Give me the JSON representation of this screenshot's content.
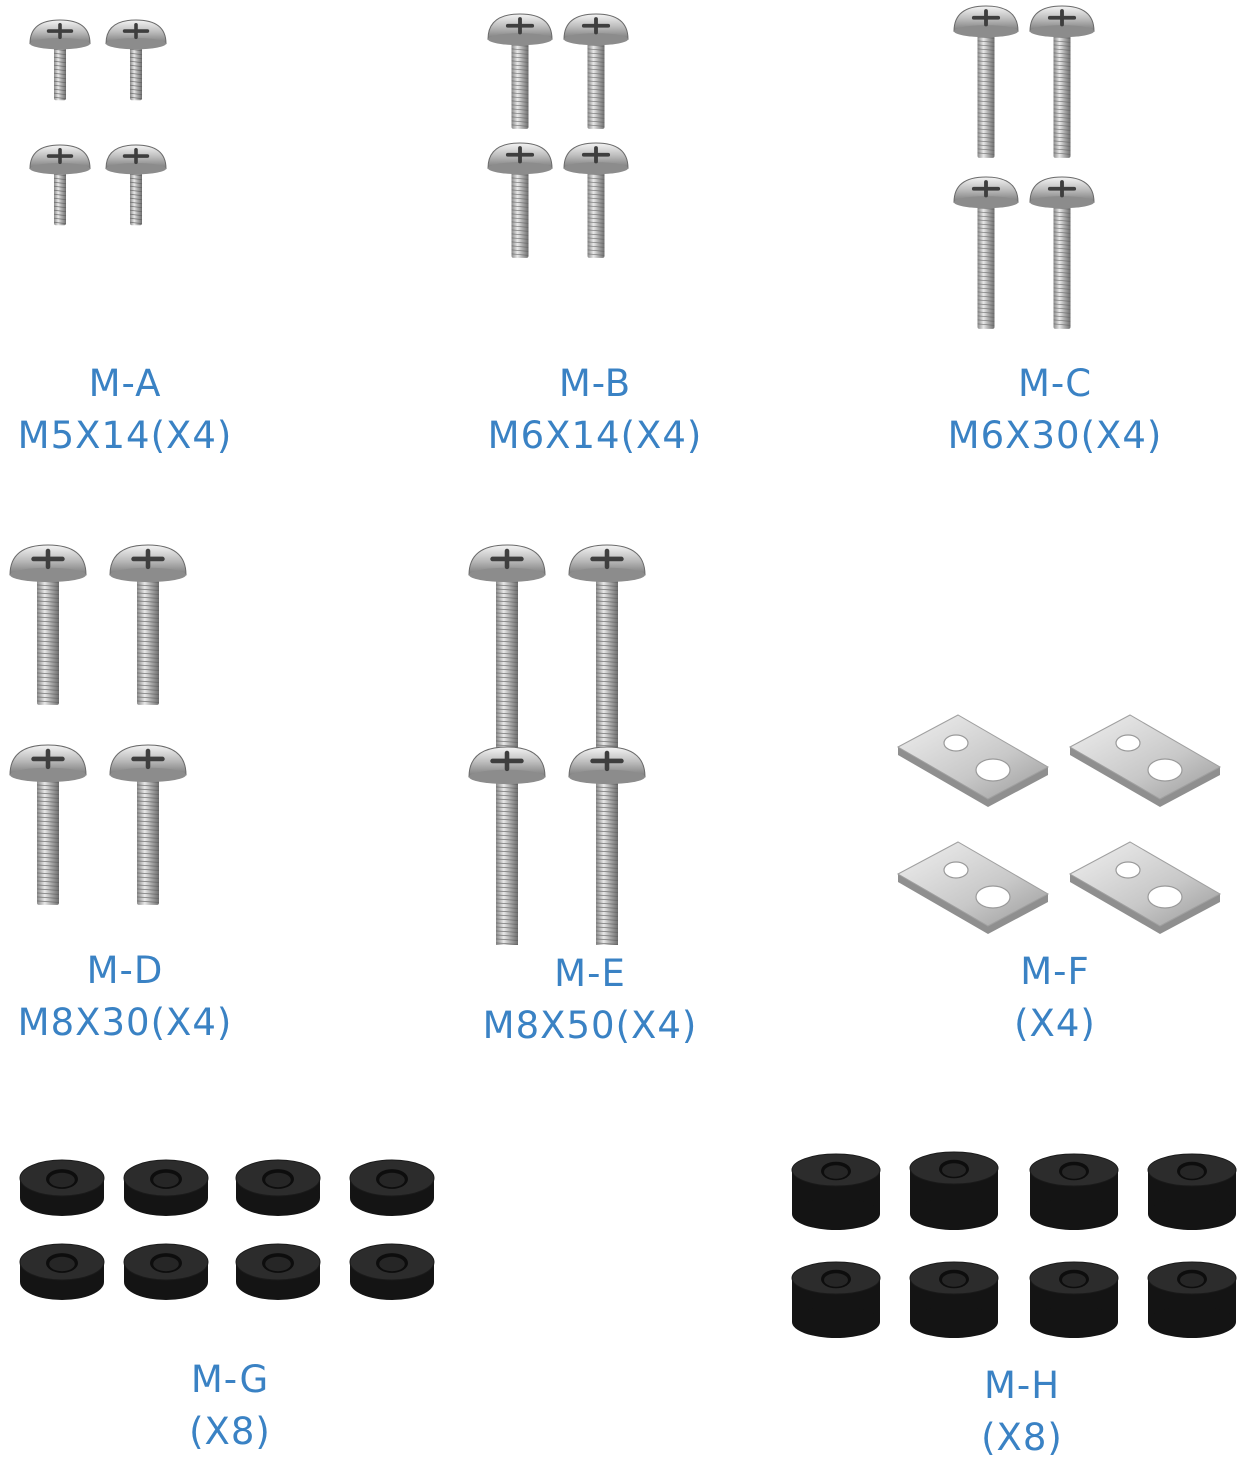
{
  "accent_color": "#3a82c4",
  "parts": [
    {
      "code": "M-A",
      "spec": "M5X14(X4)",
      "kind": "screw-icon"
    },
    {
      "code": "M-B",
      "spec": "M6X14(X4)",
      "kind": "screw-icon"
    },
    {
      "code": "M-C",
      "spec": "M6X30(X4)",
      "kind": "screw-icon"
    },
    {
      "code": "M-D",
      "spec": "M8X30(X4)",
      "kind": "screw-icon"
    },
    {
      "code": "M-E",
      "spec": "M8X50(X4)",
      "kind": "screw-icon"
    },
    {
      "code": "M-F",
      "spec": "(X4)",
      "kind": "plate-icon"
    },
    {
      "code": "M-G",
      "spec": "(X8)",
      "kind": "spacer-icon"
    },
    {
      "code": "M-H",
      "spec": "(X8)",
      "kind": "spacer-icon"
    }
  ]
}
